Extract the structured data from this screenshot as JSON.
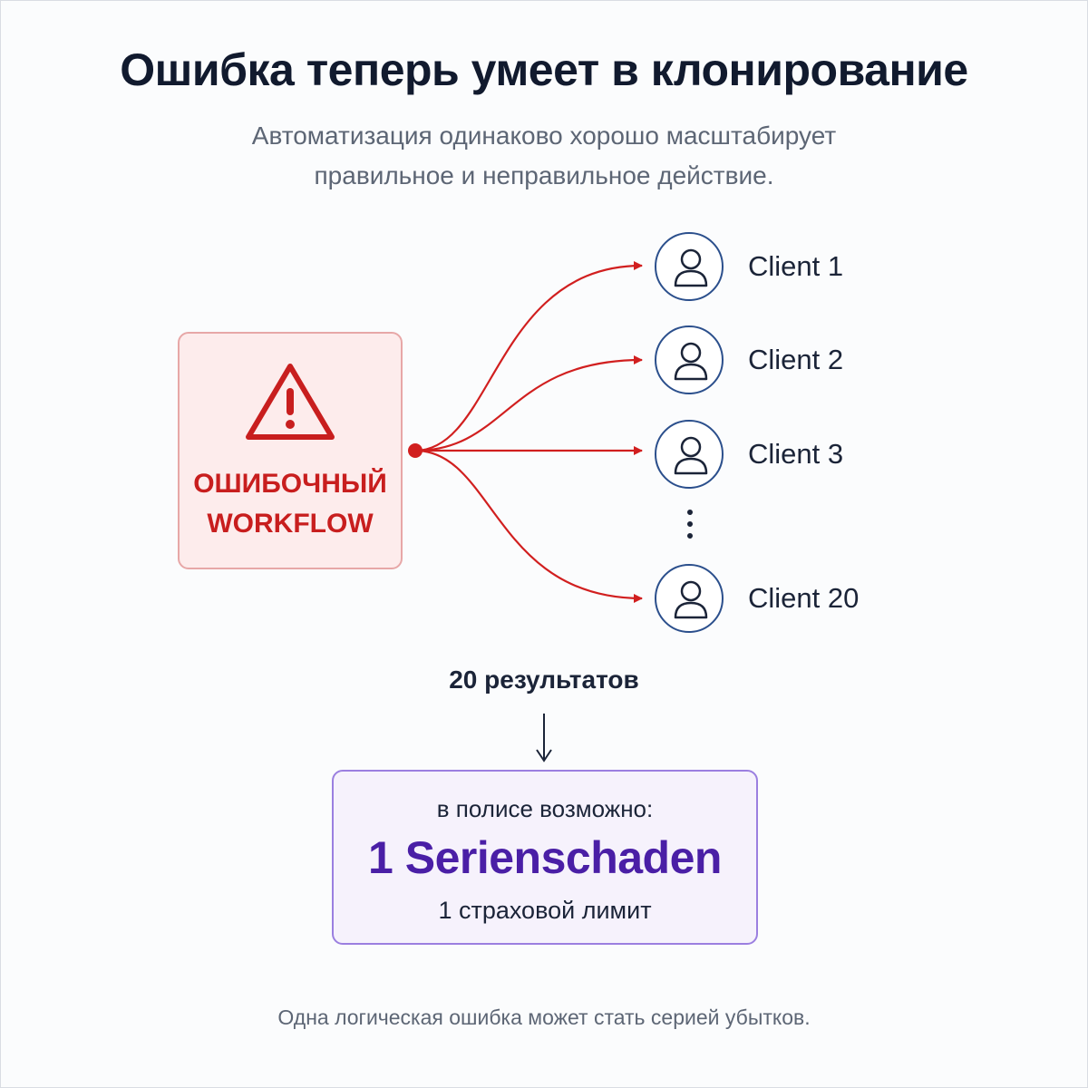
{
  "header": {
    "title": "Ошибка теперь умеет в клонирование",
    "subtitle_line1": "Автоматизация одинаково хорошо масштабирует",
    "subtitle_line2": "правильное и неправильное действие."
  },
  "workflow": {
    "label_line1": "ОШИБОЧНЫЙ",
    "label_line2": "WORKFLOW",
    "icon": "warning-triangle-icon",
    "color": "#c81e1e"
  },
  "clients": [
    {
      "label": "Client 1",
      "icon": "user-icon"
    },
    {
      "label": "Client 2",
      "icon": "user-icon"
    },
    {
      "label": "Client 3",
      "icon": "user-icon"
    },
    {
      "label": "Client 20",
      "icon": "user-icon"
    }
  ],
  "results": {
    "label": "20 результатов"
  },
  "policy": {
    "intro": "в полисе возможно:",
    "main": "1 Serienschaden",
    "sub": "1 страховой лимит",
    "accent": "#4a1fa6"
  },
  "footer": {
    "note": "Одна логическая ошибка может стать серией убытков."
  }
}
